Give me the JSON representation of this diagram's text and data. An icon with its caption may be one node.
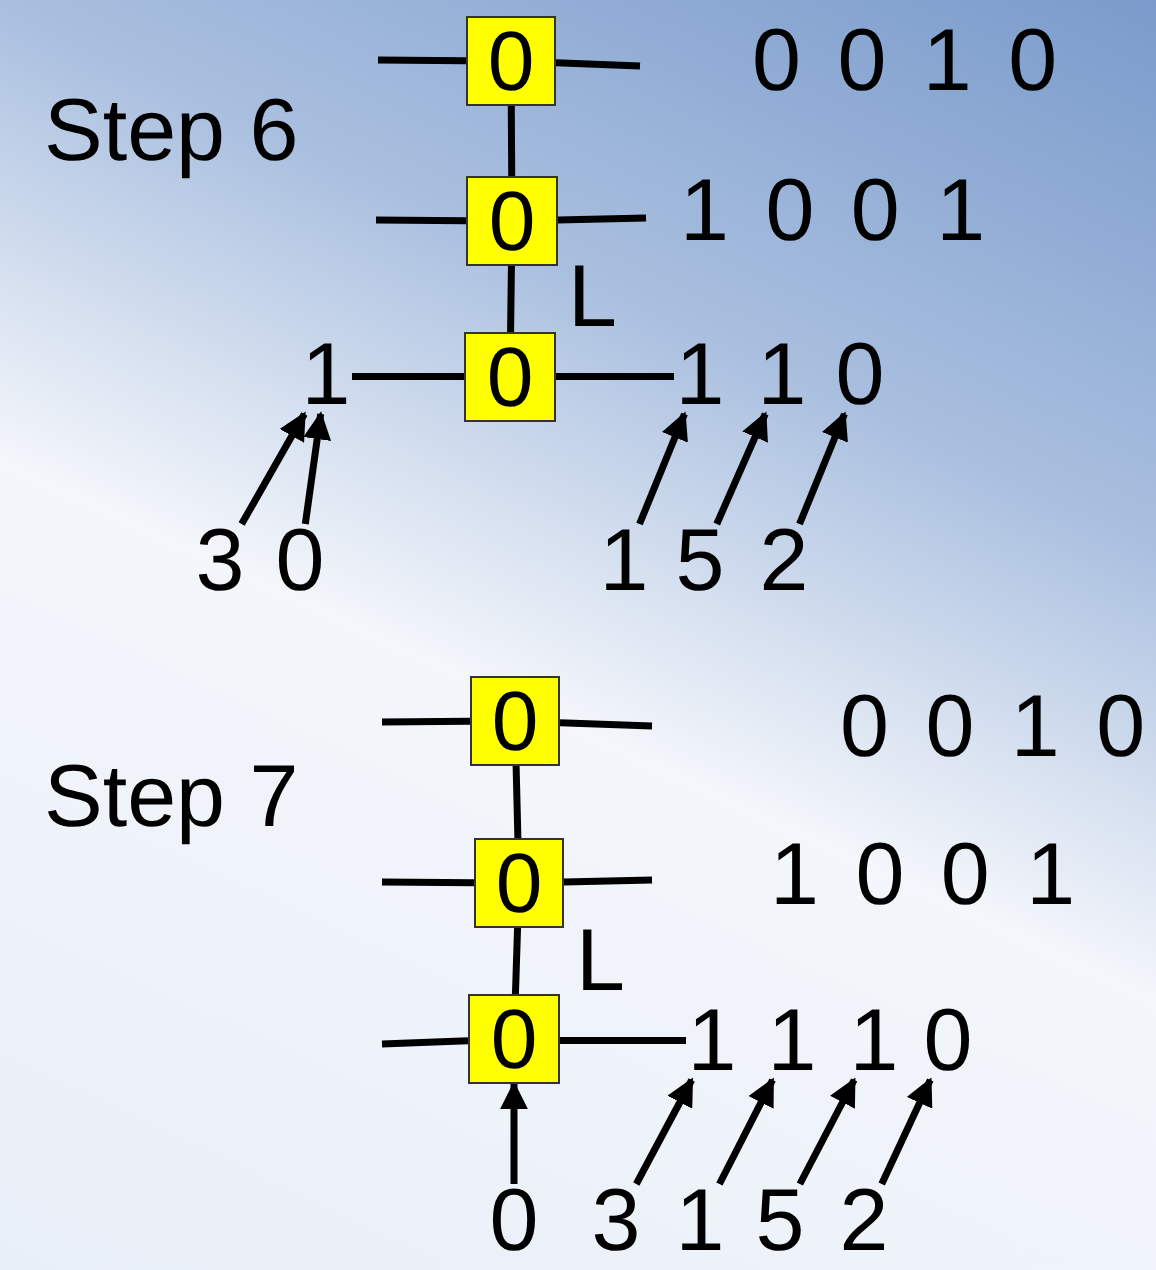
{
  "diagram": {
    "nodes": [
      {
        "text": [
          "0"
        ]
      },
      {
        "text": [
          "0"
        ]
      },
      {
        "text": [
          "0"
        ]
      },
      {
        "text": [
          "1"
        ]
      },
      {
        "text": [
          "1"
        ]
      },
      {
        "text": [
          "1"
        ]
      },
      {
        "text": [
          "0"
        ]
      },
      {
        "text": [
          "3"
        ]
      },
      {
        "text": [
          "0"
        ]
      },
      {
        "text": [
          "1"
        ]
      },
      {
        "text": [
          "5"
        ]
      },
      {
        "text": [
          "2"
        ]
      },
      {
        "text": [
          "0"
        ]
      },
      {
        "text": [
          "0"
        ]
      },
      {
        "text": [
          "0"
        ]
      },
      {
        "text": [
          "1"
        ]
      },
      {
        "text": [
          "1"
        ]
      },
      {
        "text": [
          "1"
        ]
      },
      {
        "text": [
          "0"
        ]
      },
      {
        "text": [
          "0"
        ]
      },
      {
        "text": [
          "3"
        ]
      },
      {
        "text": [
          "1"
        ]
      },
      {
        "text": [
          "5"
        ]
      },
      {
        "text": [
          "2"
        ]
      }
    ],
    "edges": [
      {
        "from": 0,
        "to": 1,
        "arrow": "none"
      },
      {
        "from": 1,
        "to": 2,
        "arrow": "none"
      },
      {
        "from": 0,
        "to": null,
        "arrow": "none"
      },
      {
        "from": 0,
        "to": null,
        "arrow": "none"
      },
      {
        "from": 1,
        "to": null,
        "arrow": "none"
      },
      {
        "from": 1,
        "to": null,
        "arrow": "none"
      },
      {
        "from": 2,
        "to": 3,
        "arrow": "none"
      },
      {
        "from": 2,
        "to": 4,
        "arrow": "none"
      },
      {
        "from": 7,
        "to": 3,
        "arrow": "to"
      },
      {
        "from": 8,
        "to": 3,
        "arrow": "to"
      },
      {
        "from": 9,
        "to": 4,
        "arrow": "to"
      },
      {
        "from": 10,
        "to": 5,
        "arrow": "to"
      },
      {
        "from": 11,
        "to": 6,
        "arrow": "to"
      },
      {
        "from": 12,
        "to": 13,
        "arrow": "none"
      },
      {
        "from": 13,
        "to": 14,
        "arrow": "none"
      },
      {
        "from": 12,
        "to": null,
        "arrow": "none"
      },
      {
        "from": 12,
        "to": null,
        "arrow": "none"
      },
      {
        "from": 13,
        "to": null,
        "arrow": "none"
      },
      {
        "from": 13,
        "to": null,
        "arrow": "none"
      },
      {
        "from": 14,
        "to": null,
        "arrow": "none"
      },
      {
        "from": 14,
        "to": 15,
        "arrow": "none"
      },
      {
        "from": 19,
        "to": 14,
        "arrow": "to"
      },
      {
        "from": 20,
        "to": 15,
        "arrow": "to"
      },
      {
        "from": 21,
        "to": 16,
        "arrow": "to"
      },
      {
        "from": 22,
        "to": 17,
        "arrow": "to"
      },
      {
        "from": 23,
        "to": 18,
        "arrow": "to"
      }
    ],
    "labels": [
      "Step 6",
      "0 0 1 0",
      "1 0 0 1",
      "L",
      "Step 7",
      "0 0 1 0",
      "1 0 0 1",
      "L"
    ]
  }
}
